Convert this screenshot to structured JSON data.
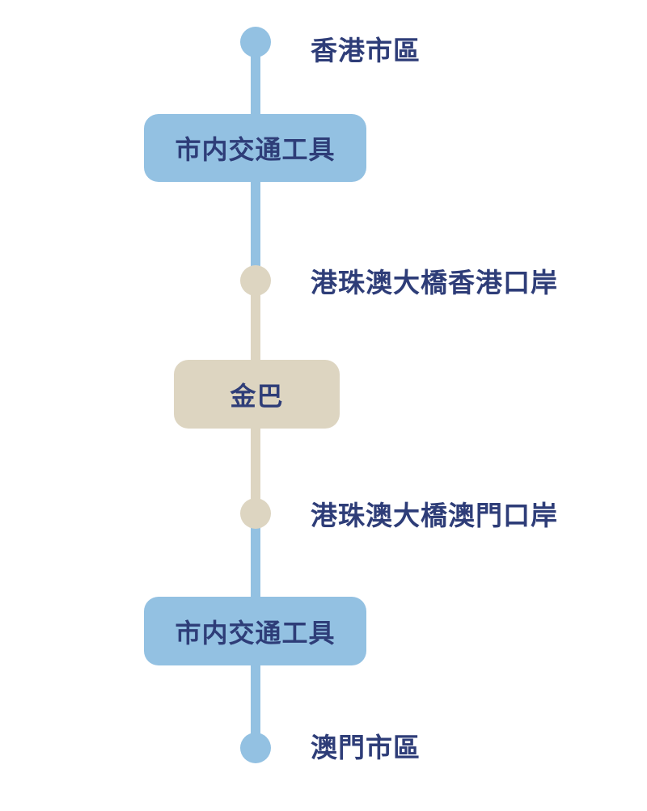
{
  "diagram": {
    "type": "route-flow",
    "nodes": [
      {
        "label": "香港市區",
        "color_key": "blue"
      },
      {
        "label": "港珠澳大橋香港口岸",
        "color_key": "beige"
      },
      {
        "label": "港珠澳大橋澳門口岸",
        "color_key": "beige"
      },
      {
        "label": "澳門市區",
        "color_key": "blue"
      }
    ],
    "transports": [
      {
        "label": "市内交通工具",
        "color_key": "blue"
      },
      {
        "label": "金巴",
        "color_key": "beige"
      },
      {
        "label": "市内交通工具",
        "color_key": "blue"
      }
    ],
    "colors": {
      "blue": "#93C1E2",
      "beige": "#DDD5C1",
      "text": "#2E3D78",
      "background": "#FFFFFF"
    }
  }
}
